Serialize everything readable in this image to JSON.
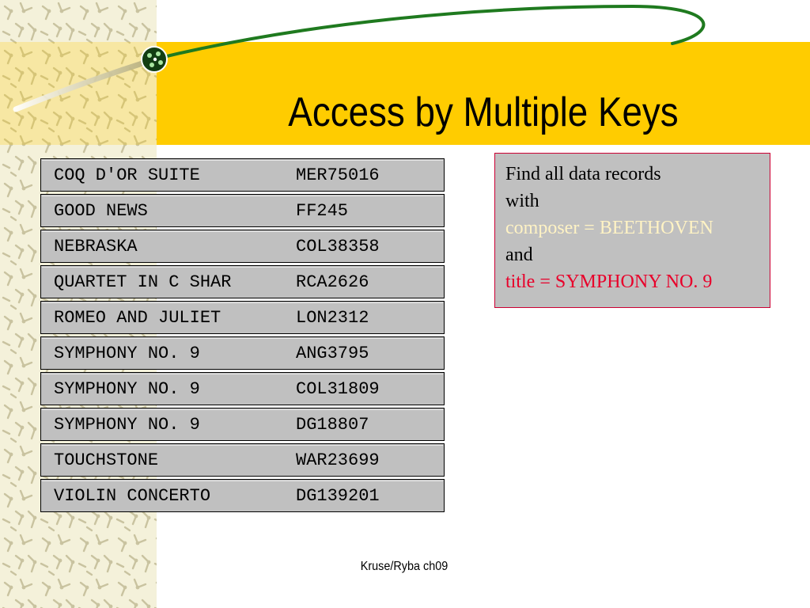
{
  "slide": {
    "title": "Access by Multiple Keys",
    "footer": "Kruse/Ryba ch09"
  },
  "records": [
    {
      "title": "COQ D'OR SUITE",
      "key": "MER75016"
    },
    {
      "title": "GOOD NEWS",
      "key": "FF245"
    },
    {
      "title": "NEBRASKA",
      "key": "COL38358"
    },
    {
      "title": "QUARTET IN C SHAR",
      "key": "RCA2626"
    },
    {
      "title": "ROMEO AND JULIET",
      "key": "LON2312"
    },
    {
      "title": "SYMPHONY NO. 9",
      "key": "ANG3795"
    },
    {
      "title": "SYMPHONY NO. 9",
      "key": "COL31809"
    },
    {
      "title": "SYMPHONY NO. 9",
      "key": "DG18807"
    },
    {
      "title": "TOUCHSTONE",
      "key": "WAR23699"
    },
    {
      "title": "VIOLIN CONCERTO",
      "key": "DG139201"
    }
  ],
  "query": {
    "line1": "Find all data records",
    "line2": "with",
    "line3": "composer = BEETHOVEN",
    "line4": "and",
    "line5": "title = SYMPHONY NO. 9"
  },
  "colors": {
    "title_band": "#ffcc00",
    "swoosh": "#1f7a1f",
    "record_bg": "#c0c0c0",
    "query_border": "#cc0033",
    "composer_text": "#fff3c4",
    "title_condition_text": "#e8002a"
  }
}
